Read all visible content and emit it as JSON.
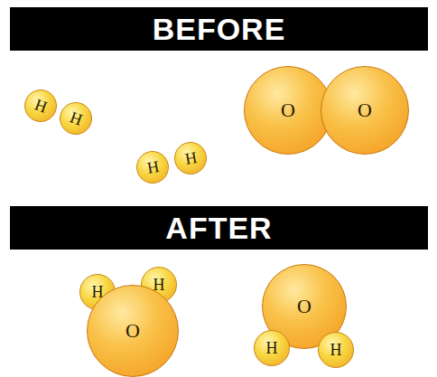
{
  "diagram": {
    "nodes": [
      {
        "text": [
          "BEFORE"
        ]
      },
      {
        "text": [
          "H"
        ]
      },
      {
        "text": [
          "H"
        ]
      },
      {
        "text": [
          "H"
        ]
      },
      {
        "text": [
          "H"
        ]
      },
      {
        "text": [
          "O"
        ]
      },
      {
        "text": [
          "O"
        ]
      },
      {
        "text": [
          "AFTER"
        ]
      },
      {
        "text": [
          "H"
        ]
      },
      {
        "text": [
          "H"
        ]
      },
      {
        "text": [
          "O"
        ]
      },
      {
        "text": [
          "O"
        ]
      },
      {
        "text": [
          "H"
        ]
      },
      {
        "text": [
          "H"
        ]
      }
    ]
  }
}
